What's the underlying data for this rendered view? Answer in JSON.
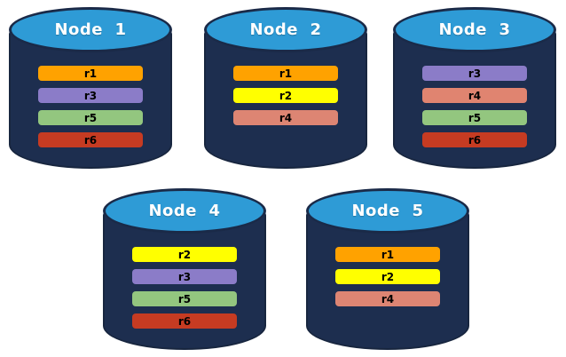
{
  "diagram": {
    "description": "Five database nodes with replicated partitions",
    "background_color": "#ffffff",
    "cylinder_body_color": "#1d2e4f",
    "cylinder_top_color": "#2e9bd6",
    "title_text_color": "#ffffff",
    "bar_text_color": "#000000"
  },
  "replica_colors": {
    "r1": "#ffa200",
    "r2": "#ffff00",
    "r3": "#8b7cc8",
    "r4": "#dd8573",
    "r5": "#93c67f",
    "r6": "#c63b22"
  },
  "nodes": [
    {
      "title": "Node  1",
      "replicas": [
        {
          "label": "r1",
          "color": "#ffa200"
        },
        {
          "label": "r3",
          "color": "#8b7cc8"
        },
        {
          "label": "r5",
          "color": "#93c67f"
        },
        {
          "label": "r6",
          "color": "#c63b22"
        }
      ]
    },
    {
      "title": "Node  2",
      "replicas": [
        {
          "label": "r1",
          "color": "#ffa200"
        },
        {
          "label": "r2",
          "color": "#ffff00"
        },
        {
          "label": "r4",
          "color": "#dd8573"
        }
      ]
    },
    {
      "title": "Node  3",
      "replicas": [
        {
          "label": "r3",
          "color": "#8b7cc8"
        },
        {
          "label": "r4",
          "color": "#e08470"
        },
        {
          "label": "r5",
          "color": "#93c67f"
        },
        {
          "label": "r6",
          "color": "#c63b22"
        }
      ]
    },
    {
      "title": "Node  4",
      "replicas": [
        {
          "label": "r2",
          "color": "#ffff00"
        },
        {
          "label": "r3",
          "color": "#8b7cc8"
        },
        {
          "label": "r5",
          "color": "#93c67f"
        },
        {
          "label": "r6",
          "color": "#c63b22"
        }
      ]
    },
    {
      "title": "Node  5",
      "replicas": [
        {
          "label": "r1",
          "color": "#ffa200"
        },
        {
          "label": "r2",
          "color": "#ffff00"
        },
        {
          "label": "r4",
          "color": "#dd8573"
        }
      ]
    }
  ]
}
